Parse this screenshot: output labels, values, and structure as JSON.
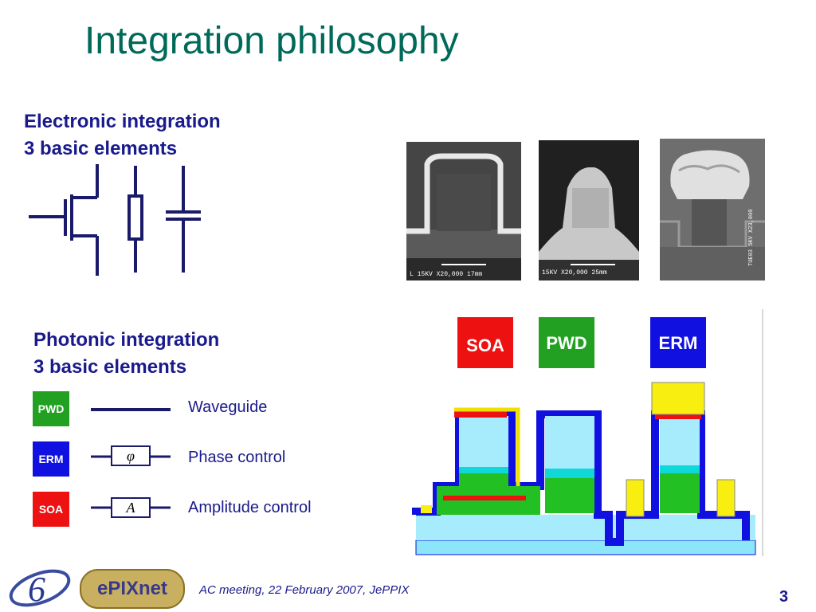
{
  "slide": {
    "title": "Integration philosophy",
    "page_number": "3",
    "footer": "AC meeting, 22 February 2007, JePPIX"
  },
  "electronic": {
    "heading_line1": "Electronic integration",
    "heading_line2": "3 basic elements"
  },
  "photonic": {
    "heading_line1": "Photonic integration",
    "heading_line2": "3 basic elements",
    "legend": [
      {
        "box": "PWD",
        "symbol": "",
        "label": "Waveguide",
        "color": "#22a022"
      },
      {
        "box": "ERM",
        "symbol": "φ",
        "label": "Phase control",
        "color": "#1010e0"
      },
      {
        "box": "SOA",
        "symbol": "A",
        "label": "Amplitude control",
        "color": "#ee1111"
      }
    ]
  },
  "cross_section": {
    "labels": [
      {
        "text": "SOA",
        "color": "#ee1111"
      },
      {
        "text": "PWD",
        "color": "#22a022"
      },
      {
        "text": "ERM",
        "color": "#1010e0"
      }
    ]
  },
  "sem_images": {
    "captions": [
      "L 15KV X20,000 17mm",
      "15KV X20,000 25mm",
      "TUE03 5KV X23,000"
    ]
  },
  "logos": {
    "left": "6",
    "right": "ePIXnet"
  }
}
